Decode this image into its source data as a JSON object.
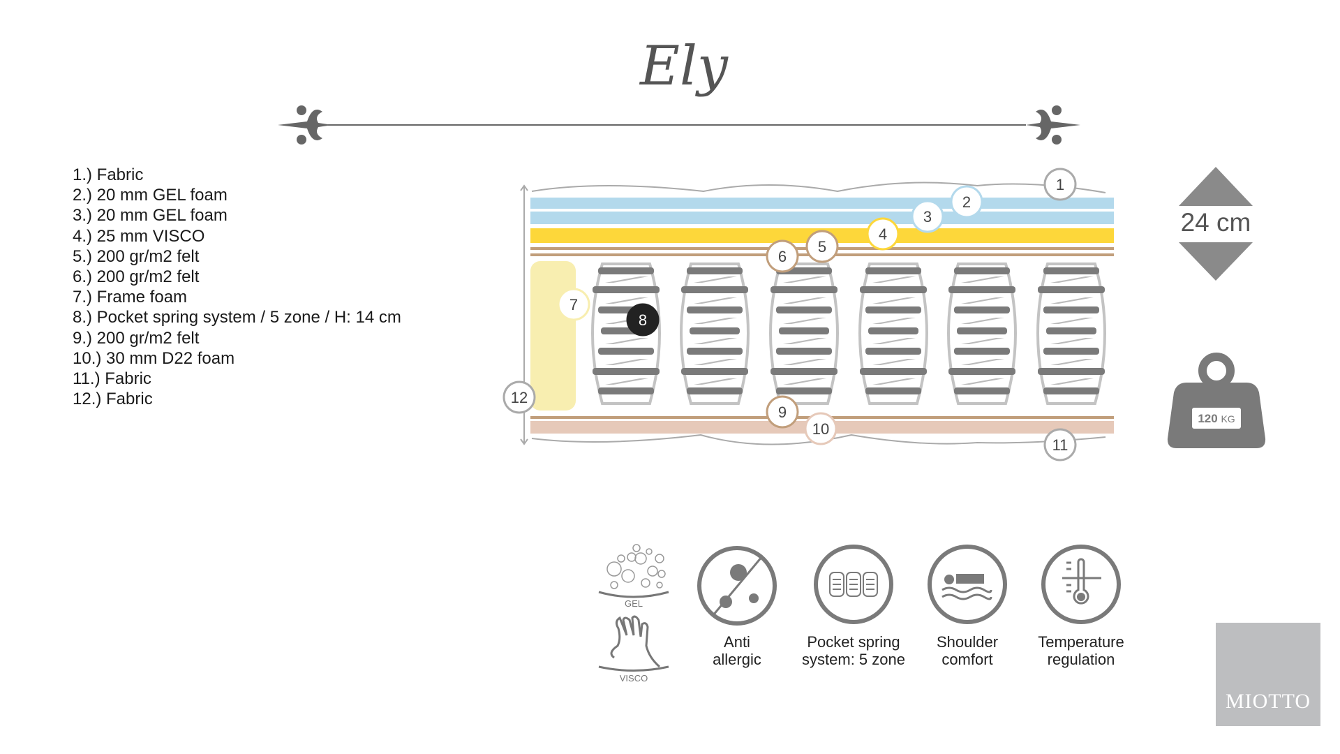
{
  "title": "Ely",
  "layers": [
    "1.) Fabric",
    "2.) 20 mm GEL foam",
    "3.) 20 mm GEL foam",
    "4.) 25 mm VISCO",
    "5.) 200 gr/m2 felt",
    "6.) 200 gr/m2 felt",
    "7.) Frame foam",
    "8.) Pocket spring system / 5 zone / H: 14 cm",
    "9.) 200 gr/m2 felt",
    "10.) 30 mm D22 foam",
    "11.) Fabric",
    "12.) Fabric"
  ],
  "markers": [
    "1",
    "2",
    "3",
    "4",
    "5",
    "6",
    "7",
    "8",
    "9",
    "10",
    "11",
    "12"
  ],
  "height": "24 cm",
  "weight": {
    "value": "120",
    "unit": "KG"
  },
  "materials": {
    "gel": "GEL",
    "visco": "VISCO"
  },
  "features": [
    {
      "line1": "Anti",
      "line2": "allergic"
    },
    {
      "line1": "Pocket spring",
      "line2": "system: 5 zone"
    },
    {
      "line1": "Shoulder",
      "line2": "comfort"
    },
    {
      "line1": "Temperature",
      "line2": "regulation"
    }
  ],
  "brand": "MIOTTO",
  "colors": {
    "gel": "#b3d9ec",
    "visco": "#fdd73a",
    "felt": "#c19e7b",
    "frame": "#f8eeb0",
    "d22": "#e6c9b9",
    "spring": "#7a7a7a",
    "gray": "#777777"
  }
}
